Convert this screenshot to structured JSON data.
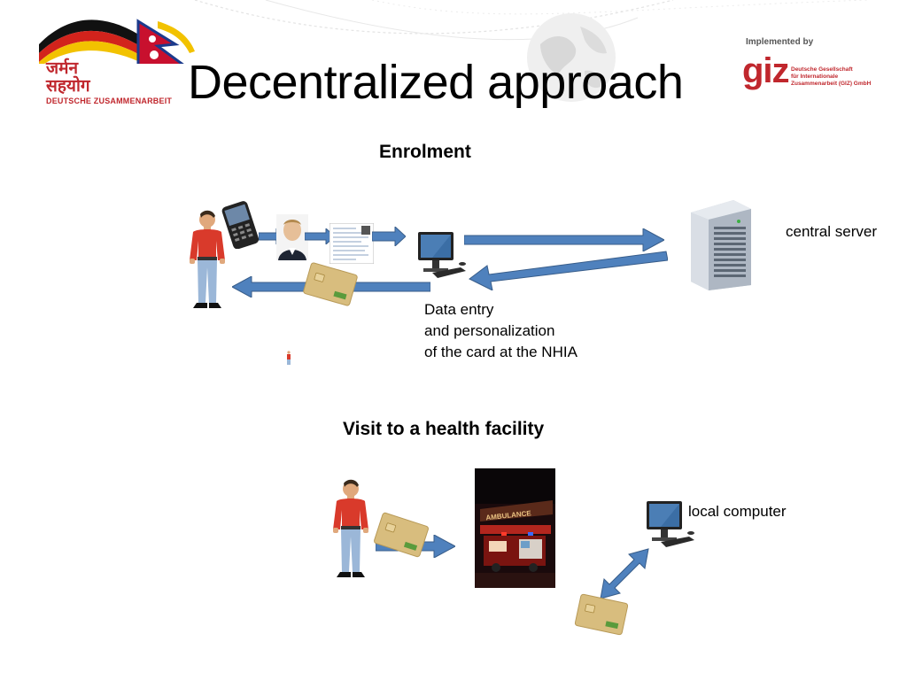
{
  "title": "Decentralized approach",
  "logo_left": {
    "line1": "जर्मन",
    "line2": "सहयोग",
    "subtitle": "DEUTSCHE ZUSAMMENARBEIT"
  },
  "logo_right": {
    "implemented_by": "Implemented by",
    "brand": "giz",
    "brand_sub1": "Deutsche Gesellschaft",
    "brand_sub2": "für Internationale",
    "brand_sub3": "Zusammenarbeit (GIZ) GmbH"
  },
  "enrolment": {
    "heading": "Enrolment",
    "server_label": "central server",
    "data_entry_lines": [
      "Data entry",
      "and personalization",
      "of the card at the NHIA"
    ]
  },
  "visit": {
    "heading": "Visit to a health facility",
    "local_label": "local computer",
    "ambulance_sign": "AMBULANCE"
  },
  "colors": {
    "arrow_blue": "#4f81bd",
    "arrow_dark": "#385d8a",
    "card_gold": "#d8bd7e",
    "shirt_red": "#d93a2b",
    "giz_red": "#c0272d"
  }
}
